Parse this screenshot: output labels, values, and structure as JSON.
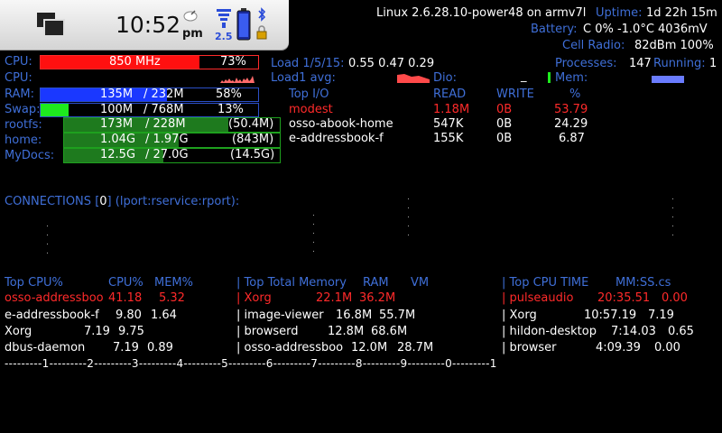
{
  "statusbar": {
    "clock": "10:52",
    "ampm": "pm",
    "signal_label": "2.5"
  },
  "sysinfo": {
    "kernel": "Linux 2.6.28.10-power48 on armv7l",
    "uptime_label": "Uptime:",
    "uptime_value": "1d 22h 15m",
    "battery_label": "Battery:",
    "battery_value": "C 0% -1.0°C 4036mV",
    "cell_label": "Cell Radio:",
    "cell_value": "82dBm 100%"
  },
  "cpu": {
    "label": "CPU:",
    "freq": "850 MHz",
    "percent_text": "73%",
    "percent": 73,
    "label2": "CPU:"
  },
  "ram": {
    "label": "RAM:",
    "used": "135M",
    "total": "/ 232M",
    "percent_text": "58%",
    "percent": 58
  },
  "swap": {
    "label": "Swap:",
    "used": "100M",
    "total": "/ 768M",
    "percent_text": "13%",
    "percent": 13
  },
  "filesystems": [
    {
      "label": "rootfs:",
      "used": "173M",
      "total": "/ 228M",
      "free": "(50.4M)",
      "percent": 76
    },
    {
      "label": "home:",
      "used": "1.04G",
      "total": "/ 1.97G",
      "free": "(843M)",
      "percent": 53
    },
    {
      "label": "MyDocs:",
      "used": "12.5G",
      "total": "/ 27.0G",
      "free": "(14.5G)",
      "percent": 46
    }
  ],
  "load": {
    "label": "Load 1/5/15:",
    "values": "0.55 0.47 0.29",
    "avg_label": "Load1 avg:",
    "dio_label": "Dio:",
    "dio_value": "_"
  },
  "processes": {
    "label": "Processes:",
    "count": "147",
    "running_label": "Running:",
    "running": "1",
    "mem_label": "Mem:"
  },
  "top_io": {
    "headers": [
      "Top I/O",
      "READ",
      "WRITE",
      "%"
    ],
    "rows": [
      {
        "name": "modest",
        "read": "1.18M",
        "write": "0B",
        "pct": "53.79"
      },
      {
        "name": "osso-abook-home",
        "read": "547K",
        "write": "0B",
        "pct": "24.29"
      },
      {
        "name": "e-addressbook-f",
        "read": "155K",
        "write": "0B",
        "pct": "6.87"
      }
    ]
  },
  "connections": {
    "label": "CONNECTIONS",
    "bracket_open": "[",
    "count": "0",
    "bracket_close": "]",
    "format": "(lport:rservice:rport):"
  },
  "top_cpu": {
    "headers": [
      "Top CPU%",
      "CPU%",
      "MEM%"
    ],
    "rows": [
      {
        "name": "osso-addressboo",
        "cpu": "41.18",
        "mem": "5.32"
      },
      {
        "name": "e-addressbook-f",
        "cpu": "9.80",
        "mem": "1.64"
      },
      {
        "name": "Xorg",
        "cpu": "7.19",
        "mem": "9.75"
      },
      {
        "name": "dbus-daemon",
        "cpu": "7.19",
        "mem": "0.89"
      }
    ]
  },
  "top_mem": {
    "headers": [
      "| Top Total Memory",
      "RAM",
      "VM"
    ],
    "rows": [
      {
        "name": "| Xorg",
        "ram": "22.1M",
        "vm": "36.2M"
      },
      {
        "name": "| image-viewer",
        "ram": "16.8M",
        "vm": "55.7M"
      },
      {
        "name": "| browserd",
        "ram": "12.8M",
        "vm": "68.6M"
      },
      {
        "name": "| osso-addressboo",
        "ram": "12.0M",
        "vm": "28.7M"
      }
    ]
  },
  "top_time": {
    "headers": [
      "| Top CPU TIME",
      "MM:SS.cs"
    ],
    "rows": [
      {
        "name": "| pulseaudio",
        "time": "20:35.51",
        "val": "0.00"
      },
      {
        "name": "| Xorg",
        "time": "10:57.19",
        "val": "7.19"
      },
      {
        "name": "| hildon-desktop",
        "time": "7:14.03",
        "val": "0.65"
      },
      {
        "name": "| browser",
        "time": "4:09.39",
        "val": "0.00"
      }
    ]
  },
  "ruler": "---------1---------2---------3---------4---------5---------6---------7---------8---------9---------0---------1",
  "colors": {
    "accent": "#3f6fd8",
    "alert": "#ff2a2a",
    "cpu_bar": "#ff1010",
    "ram_bar": "#1a38ff",
    "swap_bar": "#1eea1e",
    "fs_bar": "#1e7a1e"
  }
}
